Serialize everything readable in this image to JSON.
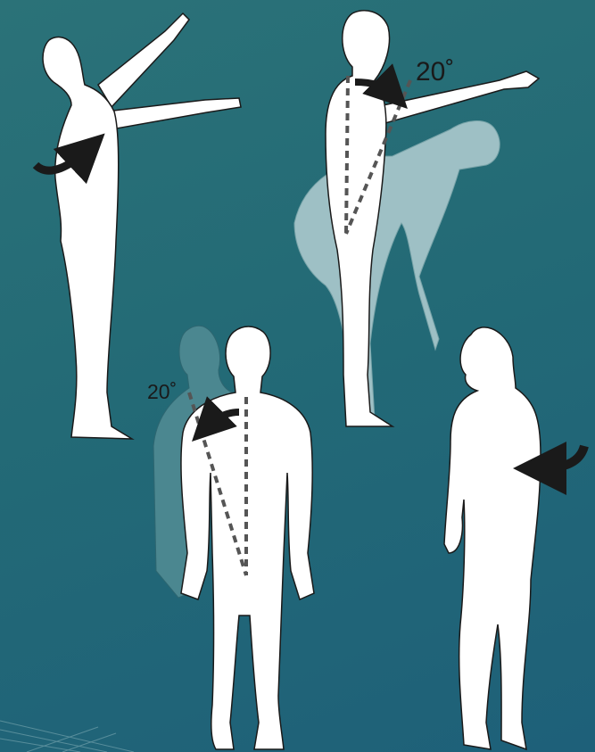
{
  "labels": {
    "bend_angle": "20˚",
    "rotation_angle": "20˚"
  },
  "colors": {
    "background_top": "#2b7278",
    "background_bottom": "#1e6079",
    "figure_fill": "#ffffff",
    "figure_outline": "#1a1a1a",
    "ghost_figure_fill": "#a9c8cc",
    "ghost_dark_fill": "#4f8a93",
    "arrow": "#1a1a1a",
    "dashed_line": "#555555"
  },
  "panels": [
    {
      "id": "overhead-reach",
      "arrow": "rotation-arrow-clockwise"
    },
    {
      "id": "forward-bend",
      "angle_label": "bend_angle"
    },
    {
      "id": "torso-rotation",
      "angle_label": "rotation_angle"
    },
    {
      "id": "standing-side-view",
      "arrow": "rotation-arrow"
    }
  ]
}
